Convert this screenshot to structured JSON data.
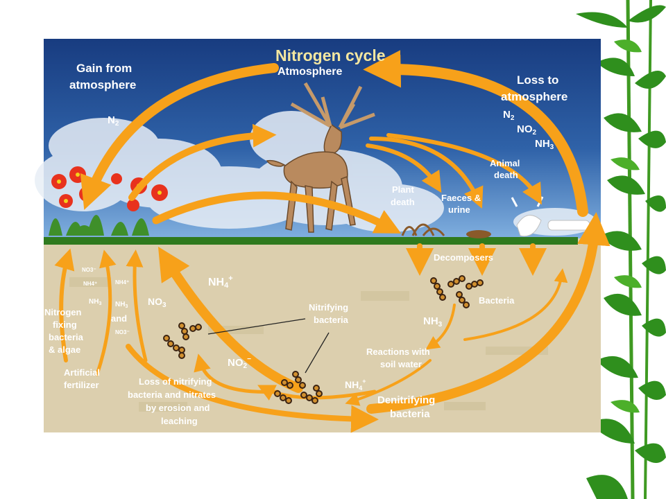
{
  "diagram": {
    "title": "Nitrogen cycle",
    "sky": {
      "atmosphere": "Atmosphere",
      "gain_line1": "Gain from",
      "gain_line2": "atmosphere",
      "gain_n2": "N",
      "gain_n2_sub": "2",
      "loss_line1": "Loss to",
      "loss_line2": "atmosphere",
      "loss_n2": "N",
      "loss_n2_sub": "2",
      "loss_no2": "NO",
      "loss_no2_sub": "2",
      "loss_nh3": "NH",
      "loss_nh3_sub": "3",
      "animal_death_line1": "Animal",
      "animal_death_line2": "death",
      "plant_death_line1": "Plant",
      "plant_death_line2": "death",
      "faeces_line1": "Faeces &",
      "faeces_line2": "urine"
    },
    "soil": {
      "no3_small": "NO3⁻",
      "nh4_small_left": "NH4⁺",
      "nh3_small_left": "NH",
      "nh3_small_left_sub": "3",
      "nh4_small_mid": "NH4⁺",
      "nh3_small_mid": "NH",
      "nh3_small_mid_sub": "3",
      "and_word": "and",
      "no3_small_mid": "NO3⁻",
      "no3_mid": "NO",
      "no3_mid_sub": "3",
      "nh4_big": "NH",
      "nh4_big_sub": "4",
      "nh4_big_sup": "+",
      "fixing_line1": "Nitrogen",
      "fixing_line2": "fixing",
      "fixing_line3": "bacteria",
      "fixing_line4": "& algae",
      "fert_line1": "Artificial",
      "fert_line2": "fertilizer",
      "nitrifying_line1": "Nitrifying",
      "nitrifying_line2": "bacteria",
      "decomposers": "Decomposers",
      "bacteria": "Bacteria",
      "nh3_right": "NH",
      "nh3_right_sub": "3",
      "reactions_line1": "Reactions with",
      "reactions_line2": "soil water",
      "no2_mid": "NO",
      "no2_mid_sub": "2",
      "no2_mid_sup": "−",
      "nh4_low": "NH",
      "nh4_low_sub": "4",
      "nh4_low_sup": "+",
      "loss_nitr_line1": "Loss of nitrifying",
      "loss_nitr_line2": "bacteria and nitrates",
      "loss_nitr_line3": "by erosion and",
      "loss_nitr_line4": "leaching",
      "denitr_line1": "Denitrifying",
      "denitr_line2": "bacteria"
    }
  },
  "colors": {
    "sky_top": "#1a3f83",
    "sky_bottom": "#6aa0d8",
    "soil": "#dccfae",
    "grass_line": "#2f7a1e",
    "arrow": "#f7a11a",
    "title_text": "#f4e7a0",
    "bamboo": "#2f8f1d"
  }
}
